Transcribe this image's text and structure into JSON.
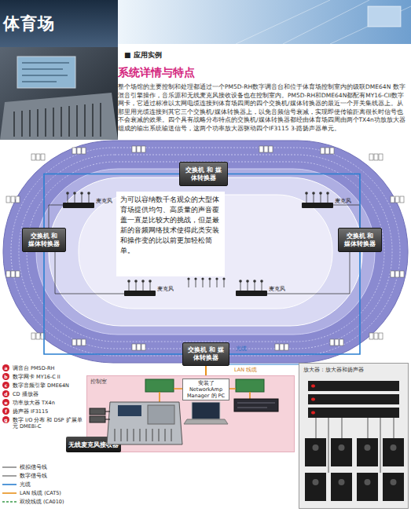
{
  "diagram": {
    "title": "体育场",
    "nodes": [
      {
        "text": [
          "交换机 和 媒体转换器"
        ]
      },
      {
        "text": [
          "交换机 和 媒体转换器"
        ]
      },
      {
        "text": [
          "交换机 和 媒体转换器"
        ]
      },
      {
        "text": [
          "交换机 和 媒体转换器"
        ]
      },
      {
        "text": [
          "为可以容纳数千名观众的大型体育场提供均匀、高质量的声音覆盖一直是比较大的挑战，但是最新的音频网络技术使得此类安装和操作变的比以前更加轻松简单。"
        ]
      },
      {
        "text": [
          "控制室"
        ]
      },
      {
        "text": [
          "安装了 NetworkAmp Manager 的 PC"
        ],
        "in": 5
      },
      {
        "text": [
          "无线麦克风接收器"
        ]
      },
      {
        "text": [
          "放大器：放大器和扬声器"
        ]
      }
    ],
    "edges": [
      {
        "from": 0,
        "to": 1,
        "arrow": "none"
      },
      {
        "from": 0,
        "to": 2,
        "arrow": "none"
      },
      {
        "from": 1,
        "to": 3,
        "arrow": "none"
      },
      {
        "from": 2,
        "to": 3,
        "arrow": "none"
      },
      {
        "from": 3,
        "to": 5,
        "arrow": "none"
      },
      {
        "from": 3,
        "to": 8,
        "arrow": "none"
      }
    ],
    "labels": [
      "■ 应用实例",
      "系统详情与特点",
      "整个场馆的主要控制和处理都通过一个PM5D-RH数字调音台和位于体育场控制室内的级联DME64N 数字混音引擎操作，音乐源和无线麦克风接收设备也在控制室内。PM5D-RH和DME64N都配有MY16-CII数字网卡，它通过标准以太网电缆连接到体育场四周的四个交换机/媒体转换器的最近一个开关集线器上。从那里用光缆连接到其它三个交换机/媒体转换器上，以免音频信号衰减，实现即使传输距离很长时信号也不会衰减的效果。四个具有战略分布特点的交换机/媒体转换器都经由体育场四周由两个TX4n功放放大器组成的输出系统输送信号，这两个功率放大器驱动四个IF3115 3-路扬声器单元。",
      "麦克风",
      "麦克风",
      "麦克风",
      "麦克风",
      "光缆",
      "LAN 线缆",
      "a",
      "b",
      "c",
      "d",
      "e",
      "f",
      "g"
    ],
    "legend": [
      {
        "text": "调音台 PM5D-RH"
      },
      {
        "text": "数字网卡 MY16-C II"
      },
      {
        "text": "数字音频引擎 DME64N"
      },
      {
        "text": "CD 播放器"
      },
      {
        "text": "功率放大器 TX4n"
      },
      {
        "text": "扬声器 IF3115"
      },
      {
        "text": "数字 I/O 分布 和 DSP 扩展单元 DME8i-C"
      },
      {
        "text": "模拟信号线"
      },
      {
        "text": "数字信号线"
      },
      {
        "text": "光缆"
      },
      {
        "text": "LAN 线缆 (CAT5)"
      },
      {
        "text": "双绞线缆 (CA010)"
      }
    ]
  }
}
